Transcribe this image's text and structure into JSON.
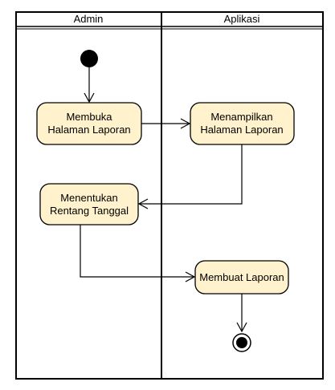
{
  "swimlanes": [
    {
      "id": "admin",
      "title": "Admin"
    },
    {
      "id": "aplikasi",
      "title": "Aplikasi"
    }
  ],
  "activities": [
    {
      "id": "a1",
      "lane": "admin",
      "lines": [
        "Membuka",
        "Halaman Laporan"
      ]
    },
    {
      "id": "a2",
      "lane": "aplikasi",
      "lines": [
        "Menampilkan",
        "Halaman Laporan"
      ]
    },
    {
      "id": "a3",
      "lane": "admin",
      "lines": [
        "Menentukan",
        "Rentang Tanggal"
      ]
    },
    {
      "id": "a4",
      "lane": "aplikasi",
      "lines": [
        "Membuat Laporan"
      ]
    }
  ],
  "flows": [
    {
      "from": "start",
      "to": "a1"
    },
    {
      "from": "a1",
      "to": "a2"
    },
    {
      "from": "a2",
      "to": "a3"
    },
    {
      "from": "a3",
      "to": "a4"
    },
    {
      "from": "a4",
      "to": "end"
    }
  ],
  "colors": {
    "activity_fill": "#fff2cc",
    "stroke": "#000000",
    "background": "#ffffff"
  }
}
